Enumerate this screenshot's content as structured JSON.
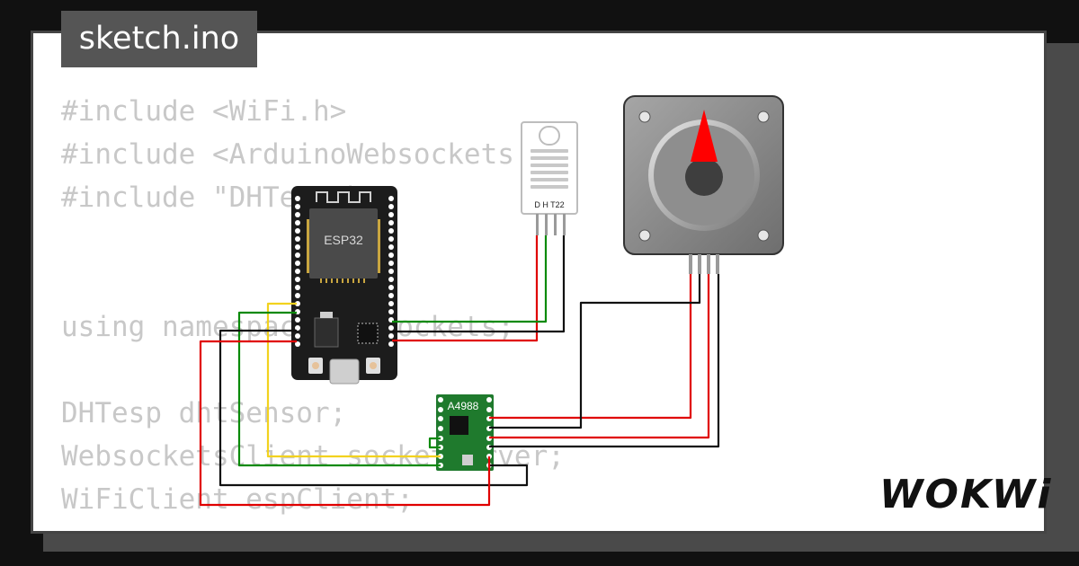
{
  "file_tab": {
    "label": "sketch.ino"
  },
  "code_lines": [
    "#include <WiFi.h>",
    "#include <ArduinoWebsockets.h>",
    "#include \"DHTesp.h\"",
    "",
    "",
    "using namespace websockets;",
    "",
    "DHTesp dhtSensor;",
    "WebsocketsClient socketServer;",
    "WiFiClient espClient;"
  ],
  "components": {
    "esp32": {
      "label": "ESP32"
    },
    "dht22": {
      "label": "D H T22"
    },
    "driver": {
      "label": "A4988"
    }
  },
  "brand": {
    "label": "WOKWi"
  },
  "colors": {
    "wire_red": "#e00000",
    "wire_black": "#111111",
    "wire_green": "#0a8a0a",
    "wire_yellow": "#f2d21e",
    "board_black": "#1c1c1c",
    "pcb_green": "#1f7a2d",
    "motor_gray": "#8c8c8c",
    "pointer_red": "#ff0000"
  }
}
